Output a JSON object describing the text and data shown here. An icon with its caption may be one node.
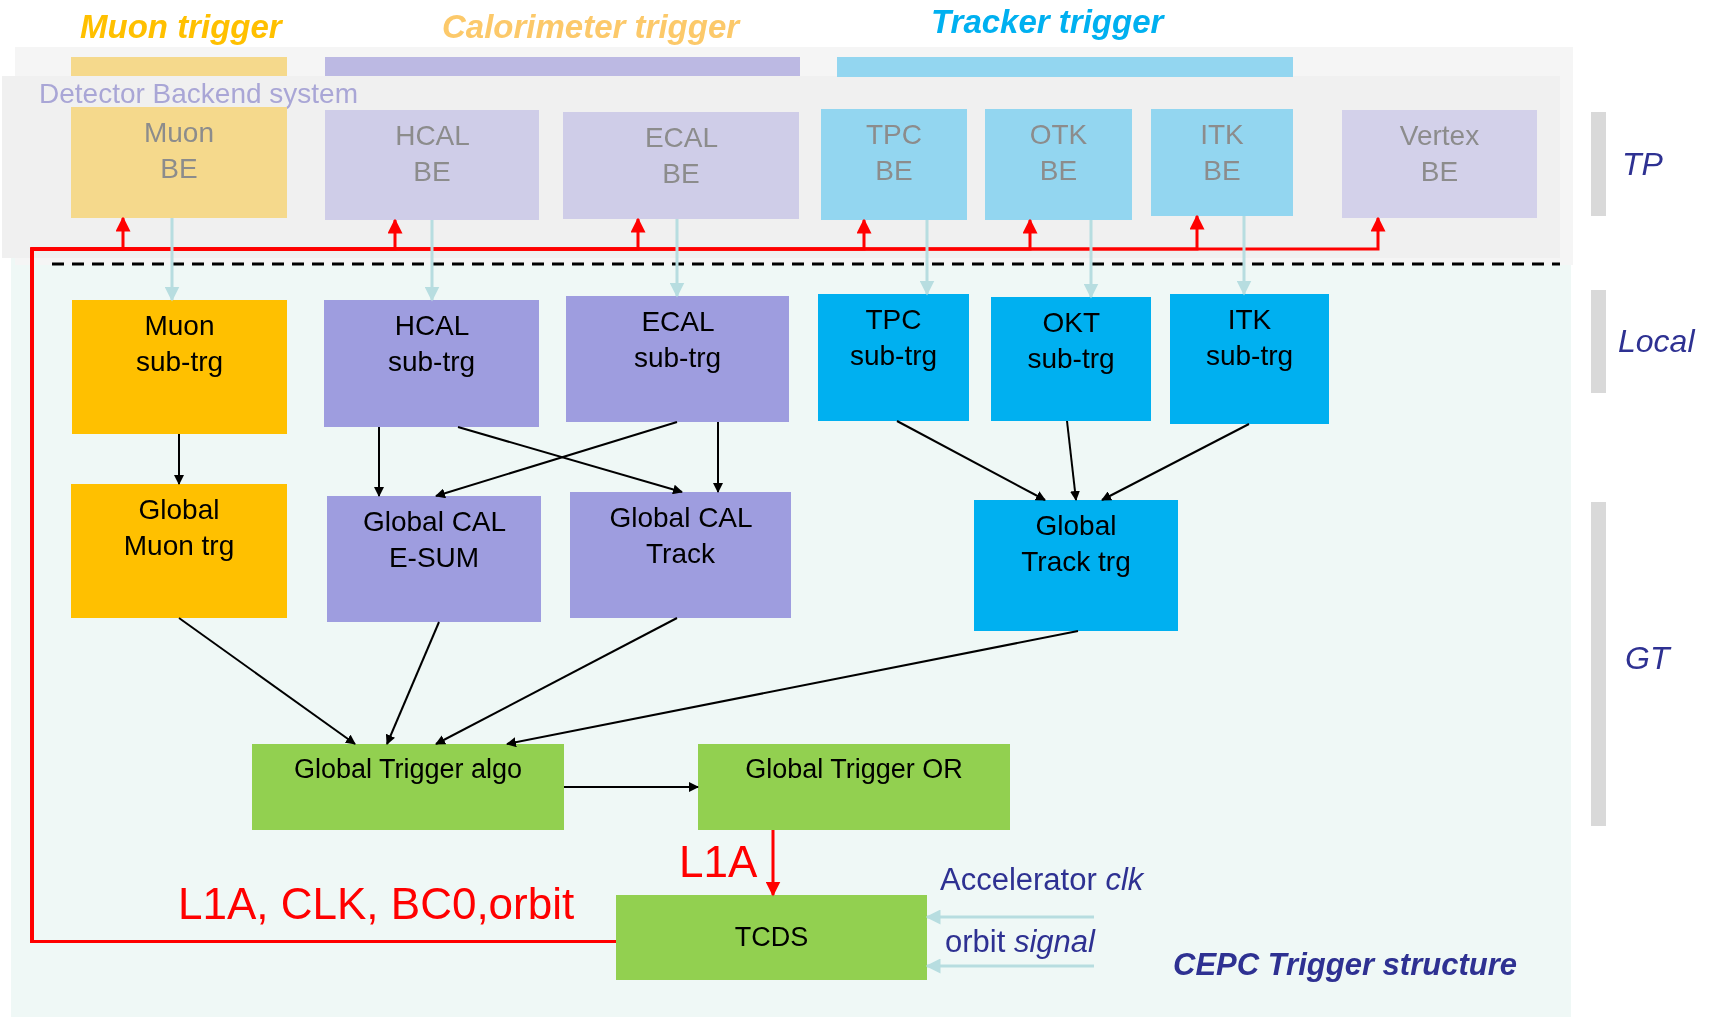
{
  "diagram": {
    "caption": "CEPC Trigger structure",
    "nodes": [
      {
        "text": [
          "Detector Backend system"
        ]
      },
      {
        "text": [
          "Muon BE"
        ],
        "in": 0
      },
      {
        "text": [
          "HCAL BE"
        ],
        "in": 0
      },
      {
        "text": [
          "ECAL BE"
        ],
        "in": 0
      },
      {
        "text": [
          "TPC BE"
        ],
        "in": 0
      },
      {
        "text": [
          "OTK BE"
        ],
        "in": 0
      },
      {
        "text": [
          "ITK BE"
        ],
        "in": 0
      },
      {
        "text": [
          "Vertex BE"
        ],
        "in": 0
      },
      {
        "text": [
          "Muon sub-trg"
        ]
      },
      {
        "text": [
          "HCAL sub-trg"
        ]
      },
      {
        "text": [
          "ECAL sub-trg"
        ]
      },
      {
        "text": [
          "TPC sub-trg"
        ]
      },
      {
        "text": [
          "OKT sub-trg"
        ]
      },
      {
        "text": [
          "ITK sub-trg"
        ]
      },
      {
        "text": [
          "Global Muon trg"
        ]
      },
      {
        "text": [
          "Global CAL E-SUM"
        ]
      },
      {
        "text": [
          "Global CAL Track"
        ]
      },
      {
        "text": [
          "Global Track trg"
        ]
      },
      {
        "text": [
          "Global Trigger algo"
        ]
      },
      {
        "text": [
          "Global Trigger OR"
        ]
      },
      {
        "text": [
          "TCDS"
        ]
      },
      {
        "text": [
          "Muon trigger"
        ]
      },
      {
        "text": [
          "Calorimeter trigger"
        ]
      },
      {
        "text": [
          "Tracker trigger"
        ]
      },
      {
        "text": [
          "TP"
        ]
      },
      {
        "text": [
          "Local"
        ]
      },
      {
        "text": [
          "GT"
        ]
      }
    ],
    "edges": [
      {
        "from": 20,
        "to": 1,
        "arrow": "to",
        "color": "#ff0000",
        "label": "L1A, CLK, BC0,orbit"
      },
      {
        "from": 20,
        "to": 2,
        "arrow": "to",
        "color": "#ff0000"
      },
      {
        "from": 20,
        "to": 3,
        "arrow": "to",
        "color": "#ff0000"
      },
      {
        "from": 20,
        "to": 4,
        "arrow": "to",
        "color": "#ff0000"
      },
      {
        "from": 20,
        "to": 5,
        "arrow": "to",
        "color": "#ff0000"
      },
      {
        "from": 20,
        "to": 6,
        "arrow": "to",
        "color": "#ff0000"
      },
      {
        "from": 20,
        "to": 7,
        "arrow": "to",
        "color": "#ff0000"
      },
      {
        "from": 1,
        "to": 8,
        "arrow": "to",
        "color": "#b7dde0"
      },
      {
        "from": 2,
        "to": 9,
        "arrow": "to",
        "color": "#b7dde0"
      },
      {
        "from": 3,
        "to": 10,
        "arrow": "to",
        "color": "#b7dde0"
      },
      {
        "from": 4,
        "to": 11,
        "arrow": "to",
        "color": "#b7dde0"
      },
      {
        "from": 5,
        "to": 12,
        "arrow": "to",
        "color": "#b7dde0"
      },
      {
        "from": 6,
        "to": 13,
        "arrow": "to",
        "color": "#b7dde0"
      },
      {
        "from": 8,
        "to": 14,
        "arrow": "to"
      },
      {
        "from": 9,
        "to": 15,
        "arrow": "to"
      },
      {
        "from": 9,
        "to": 16,
        "arrow": "to"
      },
      {
        "from": 10,
        "to": 15,
        "arrow": "to"
      },
      {
        "from": 10,
        "to": 16,
        "arrow": "to"
      },
      {
        "from": 11,
        "to": 17,
        "arrow": "to"
      },
      {
        "from": 12,
        "to": 17,
        "arrow": "to"
      },
      {
        "from": 13,
        "to": 17,
        "arrow": "to"
      },
      {
        "from": 14,
        "to": 18,
        "arrow": "to"
      },
      {
        "from": 15,
        "to": 18,
        "arrow": "to"
      },
      {
        "from": 16,
        "to": 18,
        "arrow": "to"
      },
      {
        "from": 17,
        "to": 18,
        "arrow": "to"
      },
      {
        "from": 18,
        "to": 19,
        "arrow": "to"
      },
      {
        "from": 19,
        "to": 20,
        "arrow": "to",
        "color": "#ff0000",
        "label": "L1A"
      },
      {
        "from": null,
        "to": 20,
        "arrow": "to",
        "color": "#b7dde0",
        "label": "Accelerator *clk*"
      },
      {
        "from": null,
        "to": 20,
        "arrow": "to",
        "color": "#b7dde0",
        "label": "orbit *signal*"
      }
    ]
  }
}
